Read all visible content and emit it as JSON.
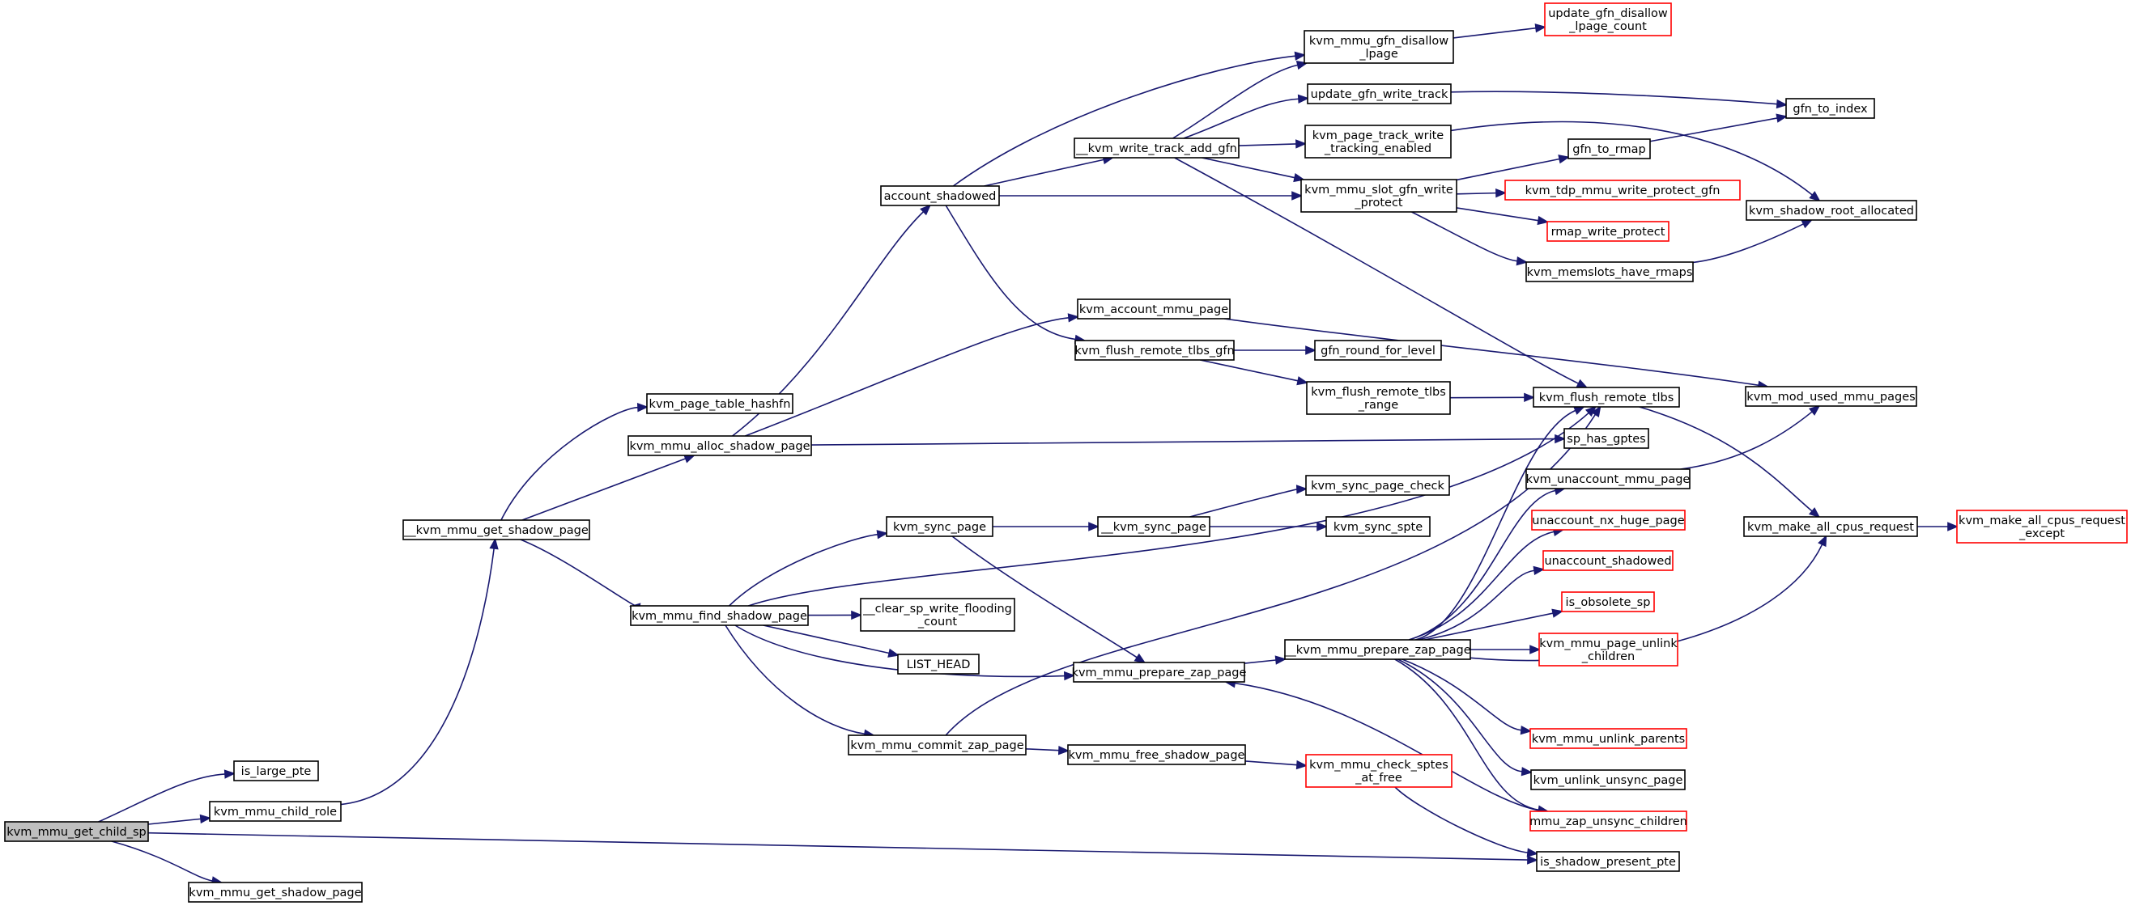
{
  "colors": {
    "edge": "#191970",
    "node_border": "#000000",
    "node_border_incomplete": "#ff0000",
    "root_fill": "#bfbfbf",
    "node_fill": "#ffffff"
  },
  "nodes": [
    {
      "id": "kvm_mmu_get_child_sp",
      "lines": [
        "kvm_mmu_get_child_sp"
      ],
      "root": true
    },
    {
      "id": "is_large_pte",
      "lines": [
        "is_large_pte"
      ]
    },
    {
      "id": "kvm_mmu_child_role",
      "lines": [
        "kvm_mmu_child_role"
      ]
    },
    {
      "id": "kvm_mmu_get_shadow_page",
      "lines": [
        "kvm_mmu_get_shadow_page"
      ]
    },
    {
      "id": "__kvm_mmu_get_shadow_page",
      "lines": [
        "__kvm_mmu_get_shadow_page"
      ]
    },
    {
      "id": "kvm_page_table_hashfn",
      "lines": [
        "kvm_page_table_hashfn"
      ]
    },
    {
      "id": "kvm_mmu_alloc_shadow_page",
      "lines": [
        "kvm_mmu_alloc_shadow_page"
      ]
    },
    {
      "id": "kvm_mmu_find_shadow_page",
      "lines": [
        "kvm_mmu_find_shadow_page"
      ]
    },
    {
      "id": "account_shadowed",
      "lines": [
        "account_shadowed"
      ]
    },
    {
      "id": "__kvm_write_track_add_gfn",
      "lines": [
        "__kvm_write_track_add_gfn"
      ]
    },
    {
      "id": "kvm_mmu_gfn_disallow_lpage",
      "lines": [
        "kvm_mmu_gfn_disallow",
        "_lpage"
      ]
    },
    {
      "id": "update_gfn_disallow_lpage_count",
      "lines": [
        "update_gfn_disallow",
        "_lpage_count"
      ],
      "incomplete": true
    },
    {
      "id": "update_gfn_write_track",
      "lines": [
        "update_gfn_write_track"
      ]
    },
    {
      "id": "gfn_to_index",
      "lines": [
        "gfn_to_index"
      ]
    },
    {
      "id": "kvm_page_track_write_tracking_enabled",
      "lines": [
        "kvm_page_track_write",
        "_tracking_enabled"
      ]
    },
    {
      "id": "gfn_to_rmap",
      "lines": [
        "gfn_to_rmap"
      ]
    },
    {
      "id": "kvm_mmu_slot_gfn_write_protect",
      "lines": [
        "kvm_mmu_slot_gfn_write",
        "_protect"
      ]
    },
    {
      "id": "kvm_tdp_mmu_write_protect_gfn",
      "lines": [
        "kvm_tdp_mmu_write_protect_gfn"
      ],
      "incomplete": true
    },
    {
      "id": "kvm_shadow_root_allocated",
      "lines": [
        "kvm_shadow_root_allocated"
      ]
    },
    {
      "id": "rmap_write_protect",
      "lines": [
        "rmap_write_protect"
      ],
      "incomplete": true
    },
    {
      "id": "kvm_memslots_have_rmaps",
      "lines": [
        "kvm_memslots_have_rmaps"
      ]
    },
    {
      "id": "kvm_account_mmu_page",
      "lines": [
        "kvm_account_mmu_page"
      ]
    },
    {
      "id": "kvm_flush_remote_tlbs_gfn",
      "lines": [
        "kvm_flush_remote_tlbs_gfn"
      ]
    },
    {
      "id": "gfn_round_for_level",
      "lines": [
        "gfn_round_for_level"
      ]
    },
    {
      "id": "kvm_flush_remote_tlbs_range",
      "lines": [
        "kvm_flush_remote_tlbs",
        "_range"
      ]
    },
    {
      "id": "kvm_flush_remote_tlbs",
      "lines": [
        "kvm_flush_remote_tlbs"
      ]
    },
    {
      "id": "kvm_mod_used_mmu_pages",
      "lines": [
        "kvm_mod_used_mmu_pages"
      ]
    },
    {
      "id": "sp_has_gptes",
      "lines": [
        "sp_has_gptes"
      ]
    },
    {
      "id": "kvm_unaccount_mmu_page",
      "lines": [
        "kvm_unaccount_mmu_page"
      ]
    },
    {
      "id": "kvm_sync_page_check",
      "lines": [
        "kvm_sync_page_check"
      ]
    },
    {
      "id": "kvm_sync_page",
      "lines": [
        "kvm_sync_page"
      ]
    },
    {
      "id": "__kvm_sync_page",
      "lines": [
        "__kvm_sync_page"
      ]
    },
    {
      "id": "kvm_sync_spte",
      "lines": [
        "kvm_sync_spte"
      ]
    },
    {
      "id": "unaccount_nx_huge_page",
      "lines": [
        "unaccount_nx_huge_page"
      ],
      "incomplete": true
    },
    {
      "id": "kvm_make_all_cpus_request",
      "lines": [
        "kvm_make_all_cpus_request"
      ]
    },
    {
      "id": "kvm_make_all_cpus_request_except",
      "lines": [
        "kvm_make_all_cpus_request",
        "_except"
      ],
      "incomplete": true
    },
    {
      "id": "unaccount_shadowed",
      "lines": [
        "unaccount_shadowed"
      ],
      "incomplete": true
    },
    {
      "id": "is_obsolete_sp",
      "lines": [
        "is_obsolete_sp"
      ],
      "incomplete": true
    },
    {
      "id": "__clear_sp_write_flooding_count",
      "lines": [
        "__clear_sp_write_flooding",
        "_count"
      ]
    },
    {
      "id": "kvm_mmu_page_unlink_children",
      "lines": [
        "kvm_mmu_page_unlink",
        "_children"
      ],
      "incomplete": true
    },
    {
      "id": "LIST_HEAD",
      "lines": [
        "LIST_HEAD"
      ]
    },
    {
      "id": "__kvm_mmu_prepare_zap_page",
      "lines": [
        "__kvm_mmu_prepare_zap_page"
      ]
    },
    {
      "id": "kvm_mmu_prepare_zap_page",
      "lines": [
        "kvm_mmu_prepare_zap_page"
      ]
    },
    {
      "id": "kvm_mmu_unlink_parents",
      "lines": [
        "kvm_mmu_unlink_parents"
      ],
      "incomplete": true
    },
    {
      "id": "kvm_mmu_commit_zap_page",
      "lines": [
        "kvm_mmu_commit_zap_page"
      ]
    },
    {
      "id": "kvm_mmu_free_shadow_page",
      "lines": [
        "kvm_mmu_free_shadow_page"
      ]
    },
    {
      "id": "kvm_mmu_check_sptes_at_free",
      "lines": [
        "kvm_mmu_check_sptes",
        "_at_free"
      ],
      "incomplete": true
    },
    {
      "id": "kvm_unlink_unsync_page",
      "lines": [
        "kvm_unlink_unsync_page"
      ]
    },
    {
      "id": "mmu_zap_unsync_children",
      "lines": [
        "mmu_zap_unsync_children"
      ],
      "incomplete": true
    },
    {
      "id": "is_shadow_present_pte",
      "lines": [
        "is_shadow_present_pte"
      ]
    }
  ],
  "edges": [
    {
      "from": "kvm_mmu_get_child_sp",
      "to": "is_large_pte"
    },
    {
      "from": "kvm_mmu_get_child_sp",
      "to": "kvm_mmu_child_role"
    },
    {
      "from": "kvm_mmu_get_child_sp",
      "to": "kvm_mmu_get_shadow_page"
    },
    {
      "from": "kvm_mmu_get_child_sp",
      "to": "is_shadow_present_pte"
    },
    {
      "from": "kvm_mmu_child_role",
      "to": "__kvm_mmu_get_shadow_page"
    },
    {
      "from": "__kvm_mmu_get_shadow_page",
      "to": "kvm_page_table_hashfn"
    },
    {
      "from": "__kvm_mmu_get_shadow_page",
      "to": "kvm_mmu_alloc_shadow_page"
    },
    {
      "from": "__kvm_mmu_get_shadow_page",
      "to": "kvm_mmu_find_shadow_page"
    },
    {
      "from": "kvm_mmu_alloc_shadow_page",
      "to": "account_shadowed"
    },
    {
      "from": "kvm_mmu_alloc_shadow_page",
      "to": "kvm_account_mmu_page"
    },
    {
      "from": "kvm_mmu_alloc_shadow_page",
      "to": "sp_has_gptes"
    },
    {
      "from": "account_shadowed",
      "to": "kvm_mmu_gfn_disallow_lpage"
    },
    {
      "from": "account_shadowed",
      "to": "__kvm_write_track_add_gfn"
    },
    {
      "from": "account_shadowed",
      "to": "kvm_mmu_slot_gfn_write_protect"
    },
    {
      "from": "account_shadowed",
      "to": "kvm_flush_remote_tlbs_gfn"
    },
    {
      "from": "__kvm_write_track_add_gfn",
      "to": "kvm_mmu_gfn_disallow_lpage"
    },
    {
      "from": "__kvm_write_track_add_gfn",
      "to": "update_gfn_write_track"
    },
    {
      "from": "__kvm_write_track_add_gfn",
      "to": "kvm_page_track_write_tracking_enabled"
    },
    {
      "from": "__kvm_write_track_add_gfn",
      "to": "kvm_mmu_slot_gfn_write_protect"
    },
    {
      "from": "__kvm_write_track_add_gfn",
      "to": "kvm_flush_remote_tlbs"
    },
    {
      "from": "kvm_mmu_gfn_disallow_lpage",
      "to": "update_gfn_disallow_lpage_count"
    },
    {
      "from": "update_gfn_write_track",
      "to": "gfn_to_index"
    },
    {
      "from": "kvm_page_track_write_tracking_enabled",
      "to": "kvm_shadow_root_allocated"
    },
    {
      "from": "gfn_to_rmap",
      "to": "gfn_to_index"
    },
    {
      "from": "kvm_mmu_slot_gfn_write_protect",
      "to": "gfn_to_rmap"
    },
    {
      "from": "kvm_mmu_slot_gfn_write_protect",
      "to": "kvm_tdp_mmu_write_protect_gfn"
    },
    {
      "from": "kvm_mmu_slot_gfn_write_protect",
      "to": "rmap_write_protect"
    },
    {
      "from": "kvm_mmu_slot_gfn_write_protect",
      "to": "kvm_memslots_have_rmaps"
    },
    {
      "from": "kvm_memslots_have_rmaps",
      "to": "kvm_shadow_root_allocated"
    },
    {
      "from": "kvm_account_mmu_page",
      "to": "kvm_mod_used_mmu_pages"
    },
    {
      "from": "kvm_flush_remote_tlbs_gfn",
      "to": "gfn_round_for_level"
    },
    {
      "from": "kvm_flush_remote_tlbs_gfn",
      "to": "kvm_flush_remote_tlbs_range"
    },
    {
      "from": "kvm_flush_remote_tlbs_range",
      "to": "kvm_flush_remote_tlbs"
    },
    {
      "from": "kvm_flush_remote_tlbs",
      "to": "kvm_make_all_cpus_request"
    },
    {
      "from": "kvm_unaccount_mmu_page",
      "to": "kvm_mod_used_mmu_pages"
    },
    {
      "from": "kvm_make_all_cpus_request",
      "to": "kvm_make_all_cpus_request_except"
    },
    {
      "from": "kvm_mmu_find_shadow_page",
      "to": "kvm_sync_page"
    },
    {
      "from": "kvm_mmu_find_shadow_page",
      "to": "kvm_flush_remote_tlbs"
    },
    {
      "from": "kvm_mmu_find_shadow_page",
      "to": "__clear_sp_write_flooding_count"
    },
    {
      "from": "kvm_mmu_find_shadow_page",
      "to": "LIST_HEAD"
    },
    {
      "from": "kvm_mmu_find_shadow_page",
      "to": "kvm_mmu_prepare_zap_page"
    },
    {
      "from": "kvm_mmu_find_shadow_page",
      "to": "kvm_mmu_commit_zap_page"
    },
    {
      "from": "kvm_sync_page",
      "to": "__kvm_sync_page"
    },
    {
      "from": "kvm_sync_page",
      "to": "kvm_mmu_prepare_zap_page"
    },
    {
      "from": "__kvm_sync_page",
      "to": "kvm_sync_page_check"
    },
    {
      "from": "__kvm_sync_page",
      "to": "kvm_sync_spte"
    },
    {
      "from": "kvm_mmu_prepare_zap_page",
      "to": "__kvm_mmu_prepare_zap_page"
    },
    {
      "from": "__kvm_mmu_prepare_zap_page",
      "to": "kvm_flush_remote_tlbs"
    },
    {
      "from": "__kvm_mmu_prepare_zap_page",
      "to": "kvm_unaccount_mmu_page"
    },
    {
      "from": "__kvm_mmu_prepare_zap_page",
      "to": "unaccount_nx_huge_page"
    },
    {
      "from": "__kvm_mmu_prepare_zap_page",
      "to": "unaccount_shadowed"
    },
    {
      "from": "__kvm_mmu_prepare_zap_page",
      "to": "is_obsolete_sp"
    },
    {
      "from": "__kvm_mmu_prepare_zap_page",
      "to": "kvm_mmu_page_unlink_children"
    },
    {
      "from": "__kvm_mmu_prepare_zap_page",
      "to": "kvm_make_all_cpus_request"
    },
    {
      "from": "__kvm_mmu_prepare_zap_page",
      "to": "kvm_mmu_unlink_parents"
    },
    {
      "from": "__kvm_mmu_prepare_zap_page",
      "to": "kvm_unlink_unsync_page"
    },
    {
      "from": "__kvm_mmu_prepare_zap_page",
      "to": "mmu_zap_unsync_children"
    },
    {
      "from": "mmu_zap_unsync_children",
      "to": "kvm_mmu_prepare_zap_page"
    },
    {
      "from": "kvm_mmu_commit_zap_page",
      "to": "kvm_flush_remote_tlbs"
    },
    {
      "from": "kvm_mmu_commit_zap_page",
      "to": "kvm_mmu_free_shadow_page"
    },
    {
      "from": "kvm_mmu_free_shadow_page",
      "to": "kvm_mmu_check_sptes_at_free"
    },
    {
      "from": "kvm_mmu_check_sptes_at_free",
      "to": "is_shadow_present_pte"
    }
  ]
}
